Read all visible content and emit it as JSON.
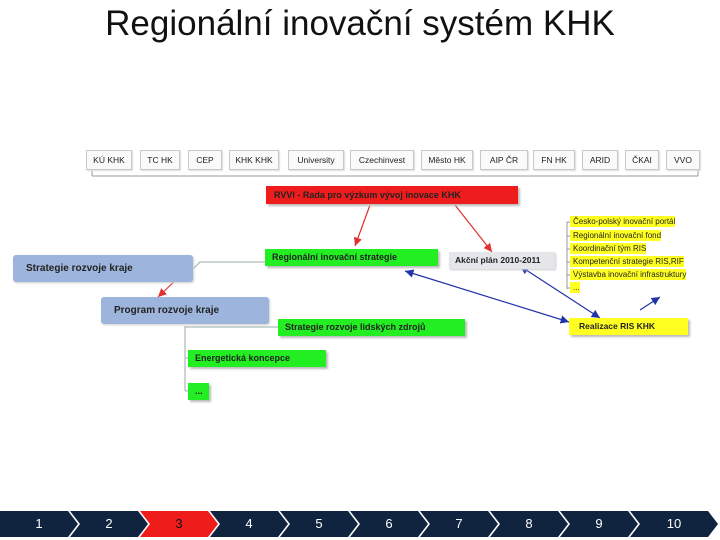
{
  "title": "Regionální inovační systém KHK",
  "orgs": [
    "KÚ KHK",
    "TC HK",
    "CEP",
    "KHK KHK",
    "University",
    "Czechinvest",
    "Město HK",
    "AIP ČR",
    "FN HK",
    "ARID",
    "ČKAI",
    "VVO"
  ],
  "nodes": {
    "rvvi": "RVVI - Rada pro výzkum vývoj inovace KHK",
    "ris": "Regionální inovační strategie",
    "akcni": "Akční plán 2010-2011",
    "strategie_kraje": "Strategie rozvoje kraje",
    "program_kraje": "Program rozvoje kraje",
    "lidske_zdroje": "Strategie rozvoje lidských zdrojů",
    "energeticka": "Energetická koncepce",
    "ellipsis": "...",
    "realizace": "Realizace RIS KHK"
  },
  "realizace_items": [
    "Česko-polský inovační portál",
    "Regionální inovační fond",
    "Koordinační tým RIS",
    "Kompetenční strategie RIS,RIF",
    "Výstavba inovační infrastruktury",
    "..."
  ],
  "nav": {
    "items": [
      "1",
      "2",
      "3",
      "4",
      "5",
      "6",
      "7",
      "8",
      "9",
      "10"
    ],
    "active_index": 2,
    "color": "#11243f",
    "active_color": "#ef1c1c"
  }
}
